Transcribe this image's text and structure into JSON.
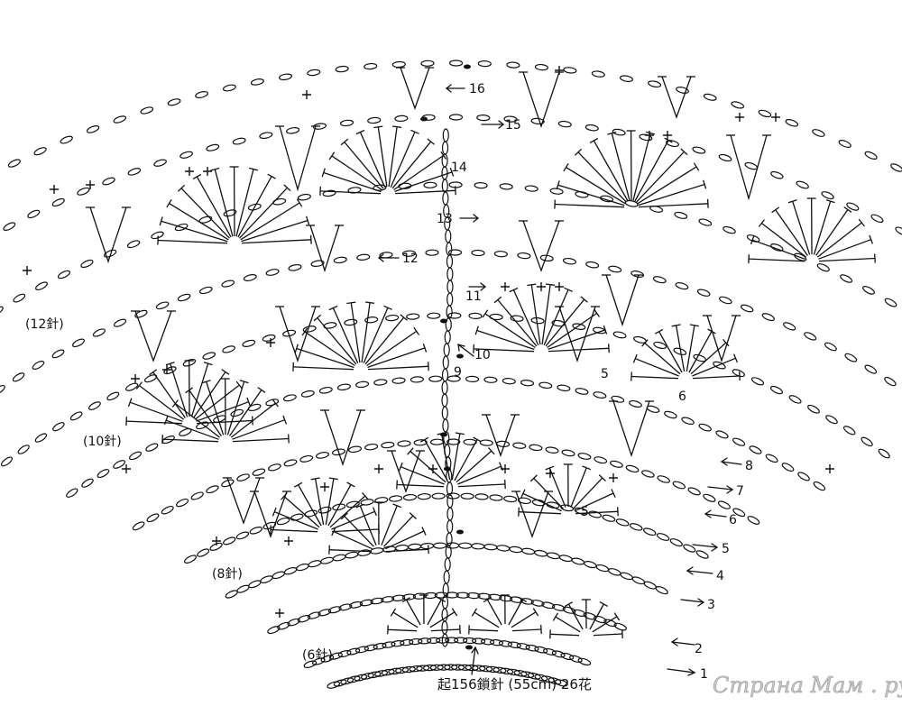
{
  "row_labels": {
    "r1": "1",
    "r2": "2",
    "r3": "3",
    "r4": "4",
    "r5": "5",
    "r6": "6",
    "r7": "7",
    "r8": "8",
    "r9": "9",
    "r10": "10",
    "r11": "11",
    "r12": "12",
    "r13": "13",
    "r14": "14",
    "r15": "15",
    "r16": "16"
  },
  "stitch_count_labels": {
    "s6": "(6針)",
    "s8": "(8針)",
    "s10": "(10針)",
    "s12": "(12針)"
  },
  "inner_numbers": {
    "n5a": "5",
    "n5b": "5",
    "n6": "6"
  },
  "caption": "起156鎖針 (55cm) 26花",
  "watermark": "Страна Мам . ру",
  "ink_color": "#111111"
}
